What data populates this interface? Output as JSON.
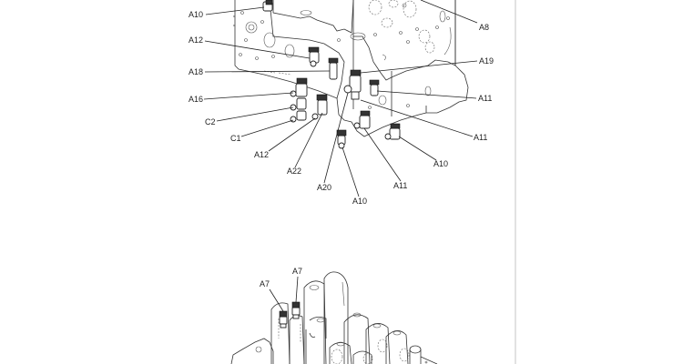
{
  "diagram": {
    "title": "Control valve block fittings",
    "upper_view": {
      "callouts": [
        {
          "id": "c-a10-top",
          "text": "A10"
        },
        {
          "id": "c-a12-top",
          "text": "A12"
        },
        {
          "id": "c-a18",
          "text": "A18"
        },
        {
          "id": "c-a16",
          "text": "A16"
        },
        {
          "id": "c-c2",
          "text": "C2"
        },
        {
          "id": "c-c1",
          "text": "C1"
        },
        {
          "id": "c-a12-bot",
          "text": "A12"
        },
        {
          "id": "c-a22",
          "text": "A22"
        },
        {
          "id": "c-a20",
          "text": "A20"
        },
        {
          "id": "c-a10-bot",
          "text": "A10"
        },
        {
          "id": "c-a11-bot",
          "text": "A11"
        },
        {
          "id": "c-a10-right",
          "text": "A10"
        },
        {
          "id": "c-a11-mid",
          "text": "A11"
        },
        {
          "id": "c-a11-top",
          "text": "A11"
        },
        {
          "id": "c-a19",
          "text": "A19"
        },
        {
          "id": "c-a8",
          "text": "A8"
        }
      ]
    },
    "lower_view": {
      "callouts": [
        {
          "id": "c-a7-left",
          "text": "A7"
        },
        {
          "id": "c-a7-right",
          "text": "A7"
        }
      ]
    }
  }
}
